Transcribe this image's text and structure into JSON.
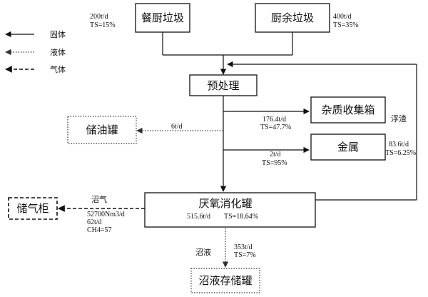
{
  "legend": {
    "solid": "固体",
    "liquid": "液体",
    "gas": "气体"
  },
  "nodes": {
    "kitchen_waste": "餐厨垃圾",
    "food_waste": "厨余垃圾",
    "pretreatment": "预处理",
    "impurity_box": "杂质收集箱",
    "metal": "金属",
    "oil_tank": "储油罐",
    "digester": "厌氧消化罐",
    "gas_holder": "储气柜",
    "slurry_tank": "沼液存储罐"
  },
  "labels": {
    "kitchen_rate": "200t/d",
    "kitchen_ts": "TS=15%",
    "food_rate": "400t/d",
    "food_ts": "TS=35%",
    "impurity_rate": "176.4t/d",
    "impurity_ts": "TS=47.7%",
    "scum": "浮渣",
    "oil_rate": "6t/d",
    "metal_rate": "2t/d",
    "metal_ts": "TS=95%",
    "scum_rate": "83.6t/d",
    "scum_ts": "TS=6.25%",
    "biogas": "沼气",
    "biogas_volume": "52700Nm3/d",
    "biogas_mass": "62t/d",
    "biogas_ch4": "CH4=57",
    "digester_rate": "515.6t/d",
    "digester_ts": "TS=18.64%",
    "slurry": "沼液",
    "slurry_rate": "353t/d",
    "slurry_ts": "TS=7%"
  }
}
